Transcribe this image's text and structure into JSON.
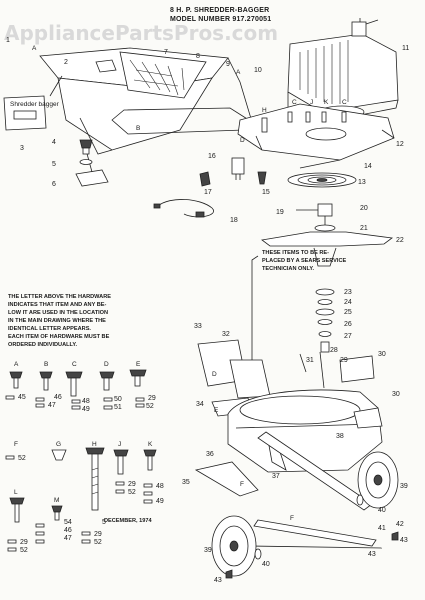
{
  "title": {
    "line1": "8 H. P. SHREDDER-BAGGER",
    "line2": "MODEL NUMBER 917.270051"
  },
  "watermark": "AppliancePartsPros.com",
  "bag_label": "Shredder bagger",
  "service_note": [
    "THESE ITEMS TO BE RE-",
    "PLACED BY A SEARS SERVICE",
    "TECHNICIAN ONLY."
  ],
  "hardware_note": [
    "THE LETTER ABOVE THE HARDWARE",
    "INDICATES THAT ITEM AND ANY BE-",
    "LOW IT ARE USED IN THE LOCATION",
    "IN THE MAIN DRAWING WHERE THE",
    "IDENTICAL    LETTER    APPEARS.",
    "EACH ITEM OF HARDWARE MUST BE",
    "ORDERED  INDIVIDUALLY."
  ],
  "date_stamp": "DECEMBER, 1974",
  "callouts": {
    "n1": "1",
    "n2": "2",
    "n3": "3",
    "n4": "4",
    "n5": "5",
    "n6": "6",
    "n7": "7",
    "n8": "8",
    "n9": "9",
    "n10": "10",
    "n11": "11",
    "n12": "12",
    "n13": "13",
    "n14": "14",
    "n15": "15",
    "n16": "16",
    "n17": "17",
    "n18": "18",
    "n19": "19",
    "n20": "20",
    "n21": "21",
    "n22": "22",
    "n23": "23",
    "n24": "24",
    "n25": "25",
    "n26": "26",
    "n27": "27",
    "n28": "28",
    "n29": "29",
    "n30": "30",
    "n30b": "30",
    "n31": "31",
    "n32": "32",
    "n33": "33",
    "n34": "34",
    "n35": "35",
    "n36": "36",
    "n37": "37",
    "n38": "38",
    "n39a": "39",
    "n39b": "39",
    "n40a": "40",
    "n40b": "40",
    "n41": "41",
    "n42": "42",
    "n43a": "43",
    "n43b": "43",
    "n43c": "43"
  },
  "letters": {
    "A": "A",
    "B": "B",
    "C": "C",
    "D": "D",
    "E": "E",
    "F": "F",
    "G": "G",
    "H": "H",
    "J": "J",
    "K": "K",
    "L": "L",
    "M": "M"
  },
  "hardware_numbers": {
    "a45": "45",
    "b46": "46",
    "b47": "47",
    "c48": "48",
    "c49": "49",
    "d50": "50",
    "d51": "51",
    "e29": "29",
    "e52": "52",
    "f52": "52",
    "j29": "29",
    "j52": "52",
    "k48": "48",
    "k49": "49",
    "l29": "29",
    "l52": "52",
    "m54": "54",
    "m46": "46",
    "m47": "47",
    "h5": "5",
    "h29": "29",
    "h52": "52"
  }
}
